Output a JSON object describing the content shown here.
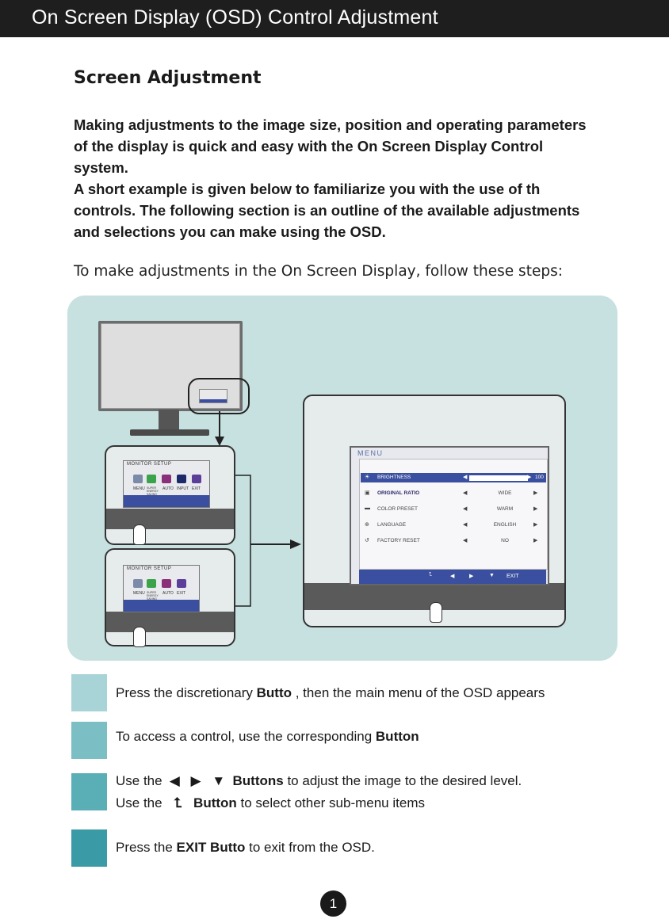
{
  "header": {
    "title": "On Screen Display (OSD) Control Adjustment"
  },
  "section": {
    "title": "Screen Adjustment",
    "intro_p1": "Making adjustments to the image size, position and operating parameters of the display is quick and easy with the On Screen Display Control system.",
    "intro_p2": "A short example is given below to familiarize you with the use of th controls. The following section is an outline of the available adjustments and selections you can make using the OSD.",
    "instruction": "To make adjustments in the On Screen Display, follow these steps:"
  },
  "colors": {
    "header_bg": "#1e1e1e",
    "panel_bg": "#c7e0e0",
    "osd_accent": "#3b4fa0",
    "step1": "#a9d4d7",
    "step2": "#7bbfc4",
    "step3": "#5aaeb6",
    "step4": "#3a9aa5"
  },
  "illustration": {
    "osd_small_1": {
      "title": "MONITOR SETUP",
      "labels": [
        "MENU",
        "SUPER ENERGY SAVING",
        "AUTO",
        "INPUT",
        "EXIT"
      ]
    },
    "osd_small_2": {
      "title": "MONITOR SETUP",
      "labels": [
        "MENU",
        "SUPER ENERGY SAVING",
        "AUTO",
        "EXIT"
      ]
    },
    "osd_menu": {
      "title": "MENU",
      "rows": [
        {
          "name": "BRIGHTNESS",
          "value": "100",
          "icon": "sun-icon",
          "selected": true
        },
        {
          "name": "ORIGINAL RATIO",
          "value": "WIDE",
          "icon": "ratio-icon",
          "selected": false
        },
        {
          "name": "COLOR PRESET",
          "value": "WARM",
          "icon": "palette-icon",
          "selected": false
        },
        {
          "name": "LANGUAGE",
          "value": "ENGLISH",
          "icon": "globe-icon",
          "selected": false
        },
        {
          "name": "FACTORY RESET",
          "value": "NO",
          "icon": "reset-icon",
          "selected": false
        }
      ],
      "brightness_level": 1.0,
      "footer_exit": "EXIT"
    }
  },
  "steps": [
    {
      "pre": "Press the discretionary ",
      "bold": "Butto",
      "post": " , then the main menu of the OSD appears"
    },
    {
      "pre": "To access a control, use the corresponding ",
      "bold": "Button",
      "post": ""
    },
    {
      "pre": "Use the ",
      "bold": "Buttons",
      "post": " to adjust the image to the desired level."
    },
    {
      "pre": "Use the ",
      "bold": "Button",
      "post": " to select other sub-menu items"
    },
    {
      "pre": "Press the ",
      "bold": "EXIT Butto",
      "post": "  to exit from the OSD."
    }
  ],
  "page": {
    "number": "1"
  }
}
